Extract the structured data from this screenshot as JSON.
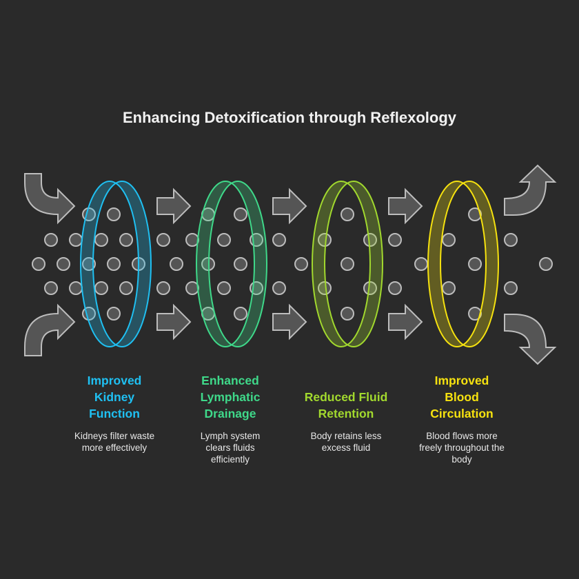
{
  "title": "Enhancing Detoxification through Reflexology",
  "stages": [
    {
      "title_lines": [
        "Improved",
        "Kidney",
        "Function"
      ],
      "desc_lines": [
        "Kidneys filter waste",
        "more effectively"
      ],
      "color": "#1fc0f2",
      "fill": "#34515b"
    },
    {
      "title_lines": [
        "Enhanced",
        "Lymphatic",
        "Drainage"
      ],
      "desc_lines": [
        "Lymph system",
        "clears fluids",
        "efficiently"
      ],
      "color": "#3fd98a",
      "fill": "#39564a"
    },
    {
      "title_lines": [
        "",
        "Reduced Fluid",
        "Retention"
      ],
      "desc_lines": [
        "Body retains less",
        "excess fluid"
      ],
      "color": "#a2d92e",
      "fill": "#4b563a"
    },
    {
      "title_lines": [
        "Improved",
        "Blood",
        "Circulation"
      ],
      "desc_lines": [
        "Blood flows more",
        "freely throughout the",
        "body"
      ],
      "color": "#f6e20f",
      "fill": "#57512e"
    }
  ],
  "icons": {
    "arrows": "arrow-icon",
    "particles": "particle-dot"
  }
}
